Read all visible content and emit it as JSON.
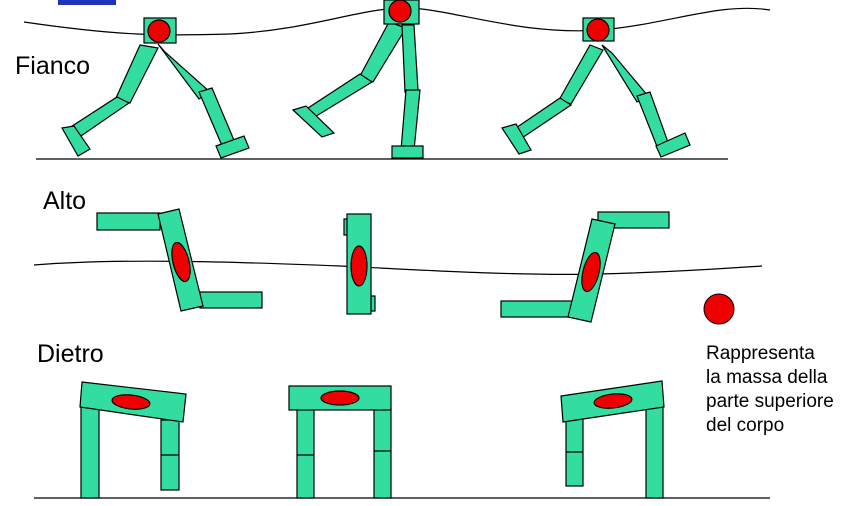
{
  "labels": {
    "side": "Fianco",
    "top": "Alto",
    "back": "Dietro"
  },
  "legend": {
    "lines": [
      "Rappresenta",
      "la massa della",
      "parte superiore",
      "del corpo"
    ]
  },
  "colors": {
    "body": "#33dda0",
    "mass": "#ee0000",
    "outline": "#000000",
    "accent_top_left": "#2233bb"
  }
}
